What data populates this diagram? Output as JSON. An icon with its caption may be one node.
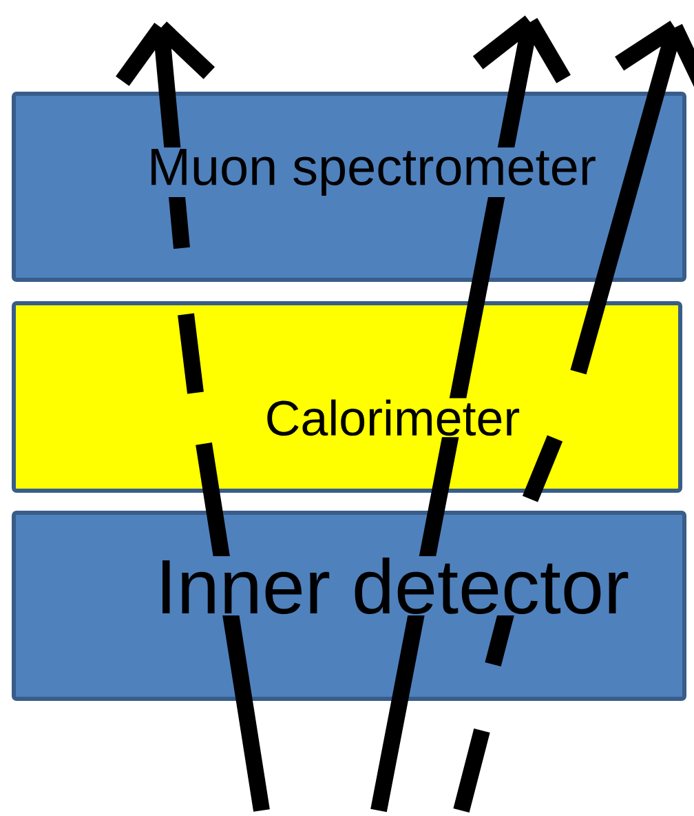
{
  "diagram": {
    "nodes": [
      {
        "text": [
          "Muon spectrometer"
        ]
      },
      {
        "text": [
          "Calorimeter"
        ]
      },
      {
        "text": [
          "Inner detector"
        ]
      }
    ]
  }
}
